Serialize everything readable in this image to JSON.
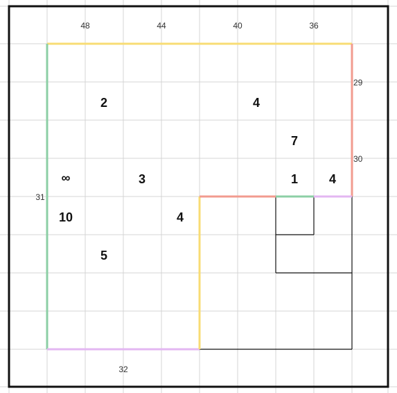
{
  "puzzle": {
    "colors": {
      "grid_line": "#d4d4d4",
      "frame": "#111111",
      "yellow": "#f8dc74",
      "green": "#8ccfa5",
      "red": "#f29b8f",
      "purple": "#e3b7f2",
      "black": "#111111"
    },
    "cell_numbers": [
      {
        "id": "n-2",
        "text": "2"
      },
      {
        "id": "n-4a",
        "text": "4"
      },
      {
        "id": "n-7",
        "text": "7"
      },
      {
        "id": "n-inf",
        "text": "∞"
      },
      {
        "id": "n-3",
        "text": "3"
      },
      {
        "id": "n-1",
        "text": "1"
      },
      {
        "id": "n-4b",
        "text": "4"
      },
      {
        "id": "n-10",
        "text": "10"
      },
      {
        "id": "n-4c",
        "text": "4"
      },
      {
        "id": "n-5",
        "text": "5"
      }
    ],
    "edge_labels": [
      {
        "id": "l-48",
        "text": "48"
      },
      {
        "id": "l-44",
        "text": "44"
      },
      {
        "id": "l-40",
        "text": "40"
      },
      {
        "id": "l-36",
        "text": "36"
      },
      {
        "id": "l-29",
        "text": "29"
      },
      {
        "id": "l-30",
        "text": "30"
      },
      {
        "id": "l-31",
        "text": "31"
      },
      {
        "id": "l-32",
        "text": "32"
      }
    ]
  }
}
